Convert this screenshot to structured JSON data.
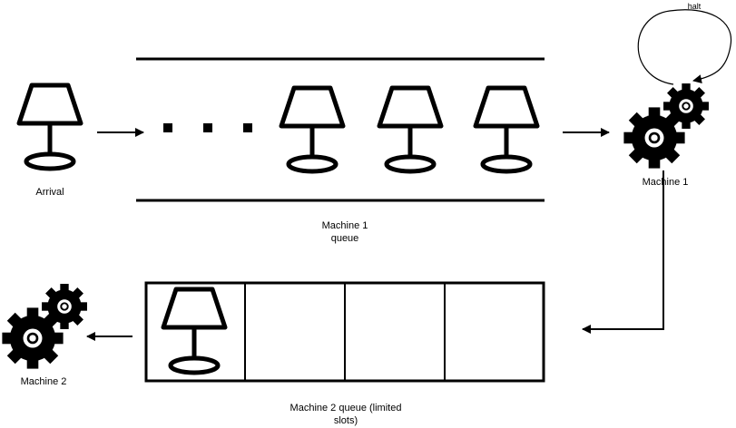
{
  "labels": {
    "arrival": "Arrival",
    "machine1": "Machine 1",
    "machine1_queue": "Machine 1\nqueue",
    "machine2": "Machine 2",
    "machine2_queue": "Machine 2 queue (limited\nslots)",
    "halt": "halt"
  },
  "icons": {
    "item": "lamp-icon",
    "machine": "gears-icon"
  },
  "machine2_queue": {
    "slots": 4,
    "filled": 1
  },
  "colors": {
    "stroke": "#000000",
    "background": "#ffffff"
  }
}
